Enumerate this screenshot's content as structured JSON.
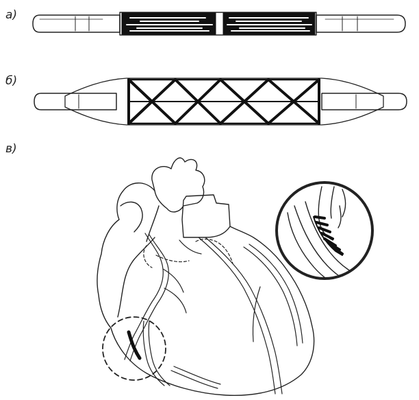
{
  "panels": [
    {
      "label": "a)"
    },
    {
      "label": "б)"
    },
    {
      "label": "в)"
    }
  ],
  "colors": {
    "line": "#222222",
    "paper": "#ffffff",
    "strut": "#111111"
  }
}
